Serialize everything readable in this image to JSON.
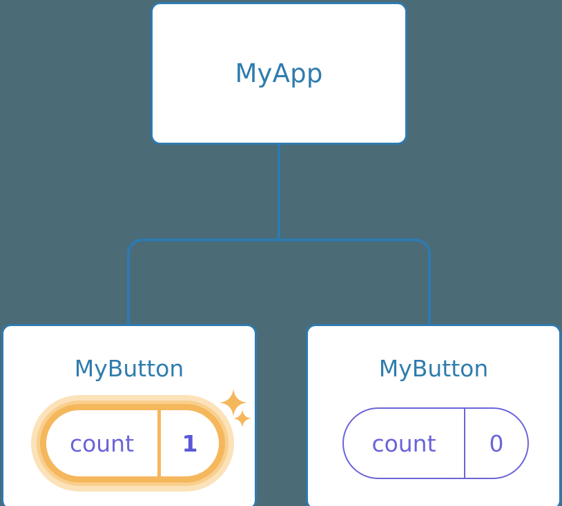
{
  "diagram": {
    "background_color": "#4b6b76",
    "node_border_color": "#2e7ab0",
    "node_title_color": "#2f7cad",
    "pill_color": "#6a63da",
    "highlight_color": "#f5b75c",
    "highlight_glow_color": "#fbddad",
    "root": {
      "title": "MyApp"
    },
    "children": [
      {
        "title": "MyButton",
        "state_label": "count",
        "state_value": "1",
        "highlighted": true,
        "sparkles": [
          "sparkle-icon-large",
          "sparkle-icon-small"
        ]
      },
      {
        "title": "MyButton",
        "state_label": "count",
        "state_value": "0",
        "highlighted": false
      }
    ],
    "connector": {
      "name": "tree-connector",
      "color": "#2e7ab0"
    }
  }
}
